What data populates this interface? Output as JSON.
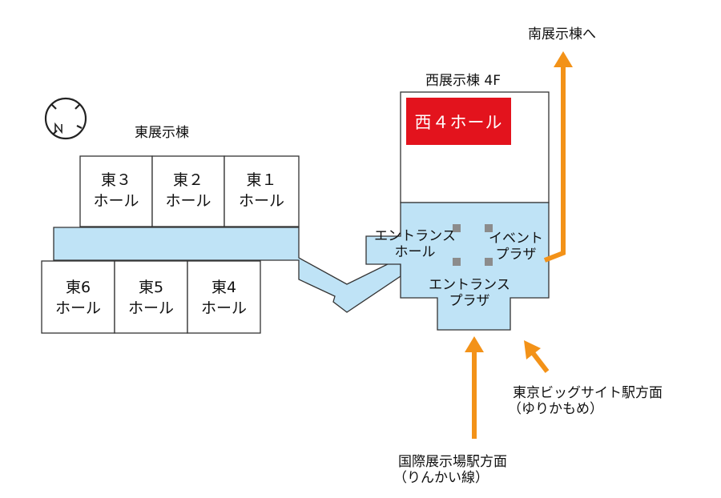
{
  "colors": {
    "corridor_fill": "#bfe3f6",
    "outline": "#333333",
    "featured_hall": "#e3131d",
    "arrow": "#f39218",
    "pillar": "#8c8c8c"
  },
  "compass": {
    "icon": "north-compass-icon"
  },
  "east_wing": {
    "title": "東展示棟",
    "upper_halls": [
      {
        "line1": "東３",
        "line2": "ホール"
      },
      {
        "line1": "東２",
        "line2": "ホール"
      },
      {
        "line1": "東１",
        "line2": "ホール"
      }
    ],
    "lower_halls": [
      {
        "line1": "東6",
        "line2": "ホール"
      },
      {
        "line1": "東5",
        "line2": "ホール"
      },
      {
        "line1": "東4",
        "line2": "ホール"
      }
    ]
  },
  "west_wing": {
    "title": "西展示棟 4F",
    "featured_hall": "西４ホール"
  },
  "areas": {
    "entrance_hall": {
      "line1": "エントランス",
      "line2": "ホール"
    },
    "event_plaza": {
      "line1": "イベント",
      "line2": "プラザ"
    },
    "entrance_plaza": {
      "line1": "エントランス",
      "line2": "プラザ"
    }
  },
  "directions": {
    "south_wing": "南展示棟へ",
    "big_sight_station": {
      "line1": "東京ビッグサイト駅方面",
      "line2": "（ゆりかもめ）"
    },
    "kokusai_station": {
      "line1": "国際展示場駅方面",
      "line2": "（りんかい線）"
    }
  }
}
